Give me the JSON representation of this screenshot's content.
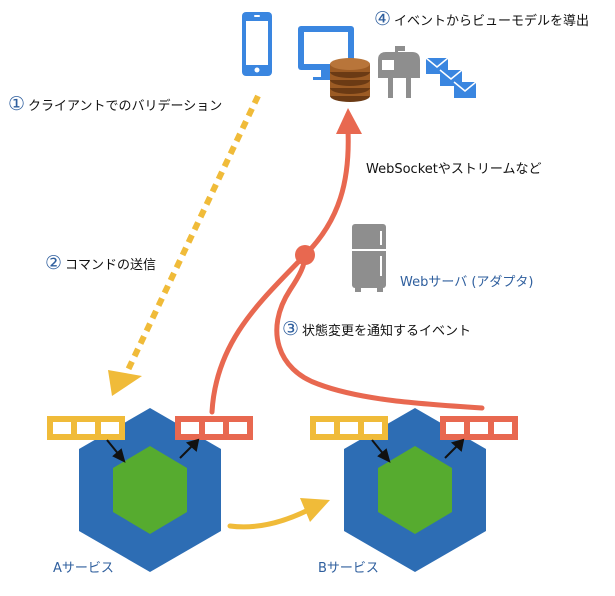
{
  "steps": {
    "s1": {
      "num": "①",
      "text": "クライアントでのバリデーション"
    },
    "s2": {
      "num": "②",
      "text": "コマンドの送信"
    },
    "s3": {
      "num": "③",
      "text": "状態変更を通知するイベント"
    },
    "s4": {
      "num": "④",
      "text": "イベントからビューモデルを導出"
    }
  },
  "labels": {
    "websocket": "WebSocketやストリームなど",
    "webserver": "Webサーバ (アダプタ)",
    "service_a": "Aサービス",
    "service_b": "Bサービス"
  },
  "colors": {
    "hex_outer": "#2d6db4",
    "hex_inner": "#56ab2f",
    "in_queue": "#f0bb39",
    "out_queue": "#e86850",
    "dashed_arrow": "#f0bb39",
    "event_arrow": "#e86850",
    "label_blue": "#2f5f9e"
  },
  "icons": [
    "smartphone-icon",
    "monitor-icon",
    "database-icon",
    "mailbox-icon",
    "envelopes-icon",
    "refrigerator-server-icon"
  ]
}
